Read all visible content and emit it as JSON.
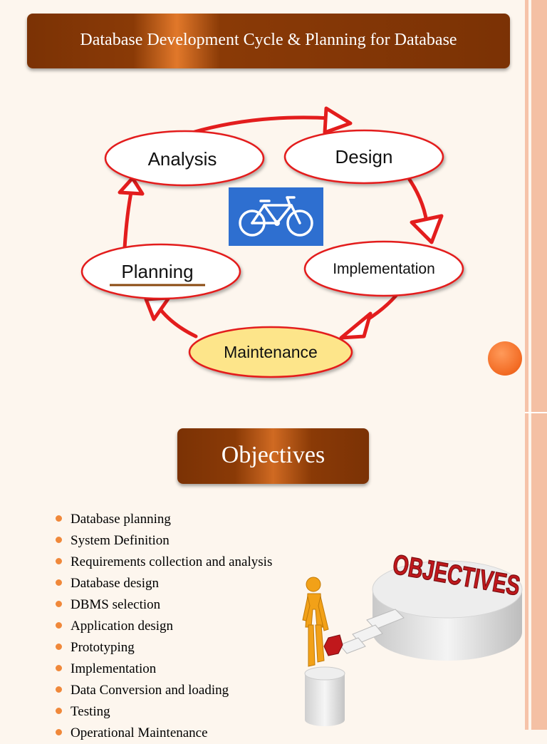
{
  "title": "Database Development Cycle & Planning for Database",
  "diagram": {
    "nodes": [
      {
        "id": "analysis",
        "label": "Analysis"
      },
      {
        "id": "design",
        "label": "Design"
      },
      {
        "id": "implementation",
        "label": "Implementation"
      },
      {
        "id": "maintenance",
        "label": "Maintenance"
      },
      {
        "id": "planning",
        "label": "Planning"
      }
    ],
    "center_icon": "bicycle-icon",
    "colors": {
      "cycle_red": "#e31d1d",
      "maintenance_fill": "#fde58a",
      "icon_bg": "#2e6fd0"
    }
  },
  "objectives": {
    "heading": "Objectives",
    "items": [
      "Database planning",
      "System Definition",
      "Requirements collection and analysis",
      "Database design",
      "DBMS selection",
      "Application design",
      "Prototyping",
      "Implementation",
      "Data Conversion and loading",
      "Testing",
      "Operational Maintenance"
    ],
    "illustration": {
      "text": "OBJECTIVES",
      "icon": "person-on-puzzle-bridge-icon"
    }
  },
  "colors": {
    "banner": "#7b3205",
    "accent": "#f26a22",
    "stripe": "#f6c3a9"
  }
}
